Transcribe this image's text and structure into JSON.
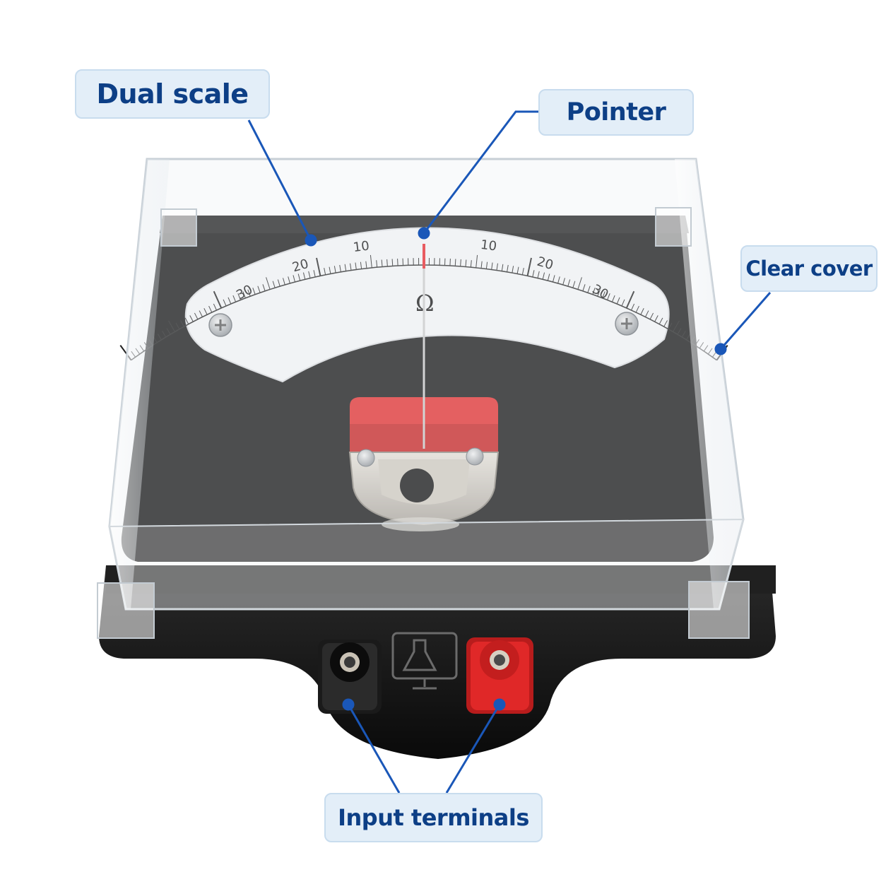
{
  "callouts": {
    "dual_scale": "Dual scale",
    "pointer": "Pointer",
    "clear_cover": "Clear cover",
    "input_terminals": "Input terminals"
  },
  "scale": {
    "ticks": [
      "30",
      "20",
      "10",
      "10",
      "20",
      "30"
    ],
    "unit": "Ω"
  },
  "colors": {
    "callout_text": "#0d3f86",
    "callout_bg": "#e3eef8",
    "leader_line": "#1a57b8",
    "pointer_red": "#e8242a",
    "base": "#141414"
  }
}
